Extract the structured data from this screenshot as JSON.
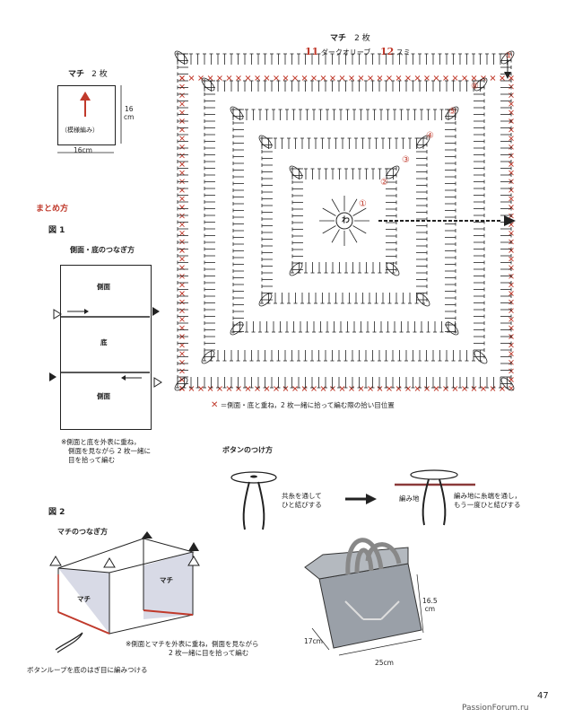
{
  "gusset_chart": {
    "title": "マチ",
    "count": "2 枚",
    "color_a_num": "11",
    "color_a_name": "ダークオリーブ",
    "color_b_num": "12",
    "color_b_name": "スミ",
    "rounds": [
      "①",
      "②",
      "③",
      "④",
      "⑤",
      "⑥"
    ],
    "ring": "わ",
    "start_mark": "①",
    "legend": "＝側面・底と重ね，2 枚一緒に拾って編む際の拾い目位置"
  },
  "gusset_panel": {
    "title": "マチ",
    "count": "2 枚",
    "stitch": "（模様編み）",
    "height": "16",
    "height_unit": "cm",
    "width": "16cm"
  },
  "assembly": {
    "heading": "まとめ方",
    "fig1": {
      "label": "図 1",
      "title": "側面・底のつなぎ方",
      "panel_top": "側面",
      "panel_mid": "底",
      "panel_bottom": "側面",
      "note_lines": [
        "※側面と底を外表に重ね，",
        "側面を見ながら 2 枚一緒に",
        "目を拾って編む"
      ]
    },
    "fig2": {
      "label": "図 2",
      "title": "マチのつなぎ方",
      "machi_left": "マチ",
      "machi_right": "マチ",
      "note_lines": [
        "※側面とマチを外表に重ね，側面を見ながら",
        "2 枚一緒に目を拾って編む"
      ],
      "loop_note": "ボタンループを底のはぎ目に編みつける"
    }
  },
  "button": {
    "title": "ボタンのつけ方",
    "step1_lines": [
      "共糸を通して",
      "ひと結びする"
    ],
    "step2_label": "編み地",
    "step2_lines": [
      "編み地に糸端を通し，",
      "もう一度ひと結びする"
    ]
  },
  "bag": {
    "height": "16.5",
    "height_unit": "cm",
    "depth": "17cm",
    "width": "25cm"
  },
  "page": {
    "number": "47",
    "watermark": "PassionForum.ru"
  },
  "colors": {
    "accent": "#c0392b",
    "gusset_fill": "#d8dae6",
    "bag_fill": "#9aa0a8"
  }
}
